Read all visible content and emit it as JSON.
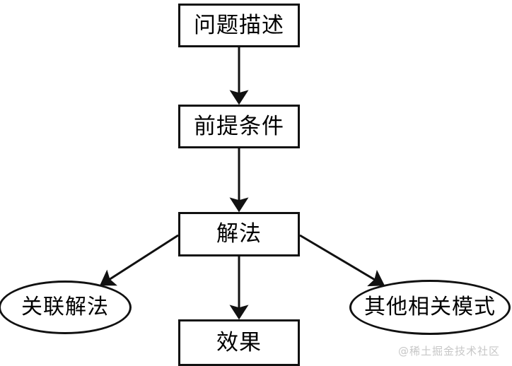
{
  "diagram": {
    "type": "flowchart",
    "background_color": "#ffffff",
    "stroke_color": "#111111",
    "nodes": [
      {
        "id": "problem",
        "label": "问题描述",
        "shape": "rectangle"
      },
      {
        "id": "precondition",
        "label": "前提条件",
        "shape": "rectangle"
      },
      {
        "id": "solution",
        "label": "解法",
        "shape": "rectangle"
      },
      {
        "id": "effect",
        "label": "效果",
        "shape": "rectangle"
      },
      {
        "id": "related",
        "label": "关联解法",
        "shape": "ellipse"
      },
      {
        "id": "otherpattern",
        "label": "其他相关模式",
        "shape": "ellipse"
      }
    ],
    "edges": [
      {
        "from": "problem",
        "to": "precondition",
        "style": "solid-arrow",
        "direction": "down"
      },
      {
        "from": "precondition",
        "to": "solution",
        "style": "solid-arrow",
        "direction": "down"
      },
      {
        "from": "solution",
        "to": "effect",
        "style": "solid-arrow",
        "direction": "down"
      },
      {
        "from": "solution",
        "to": "related",
        "style": "solid-arrow",
        "direction": "down-left"
      },
      {
        "from": "solution",
        "to": "otherpattern",
        "style": "solid-arrow",
        "direction": "down-right"
      }
    ]
  },
  "watermark": {
    "text": "@稀土掘金技术社区",
    "color": "#c7c7c7"
  }
}
